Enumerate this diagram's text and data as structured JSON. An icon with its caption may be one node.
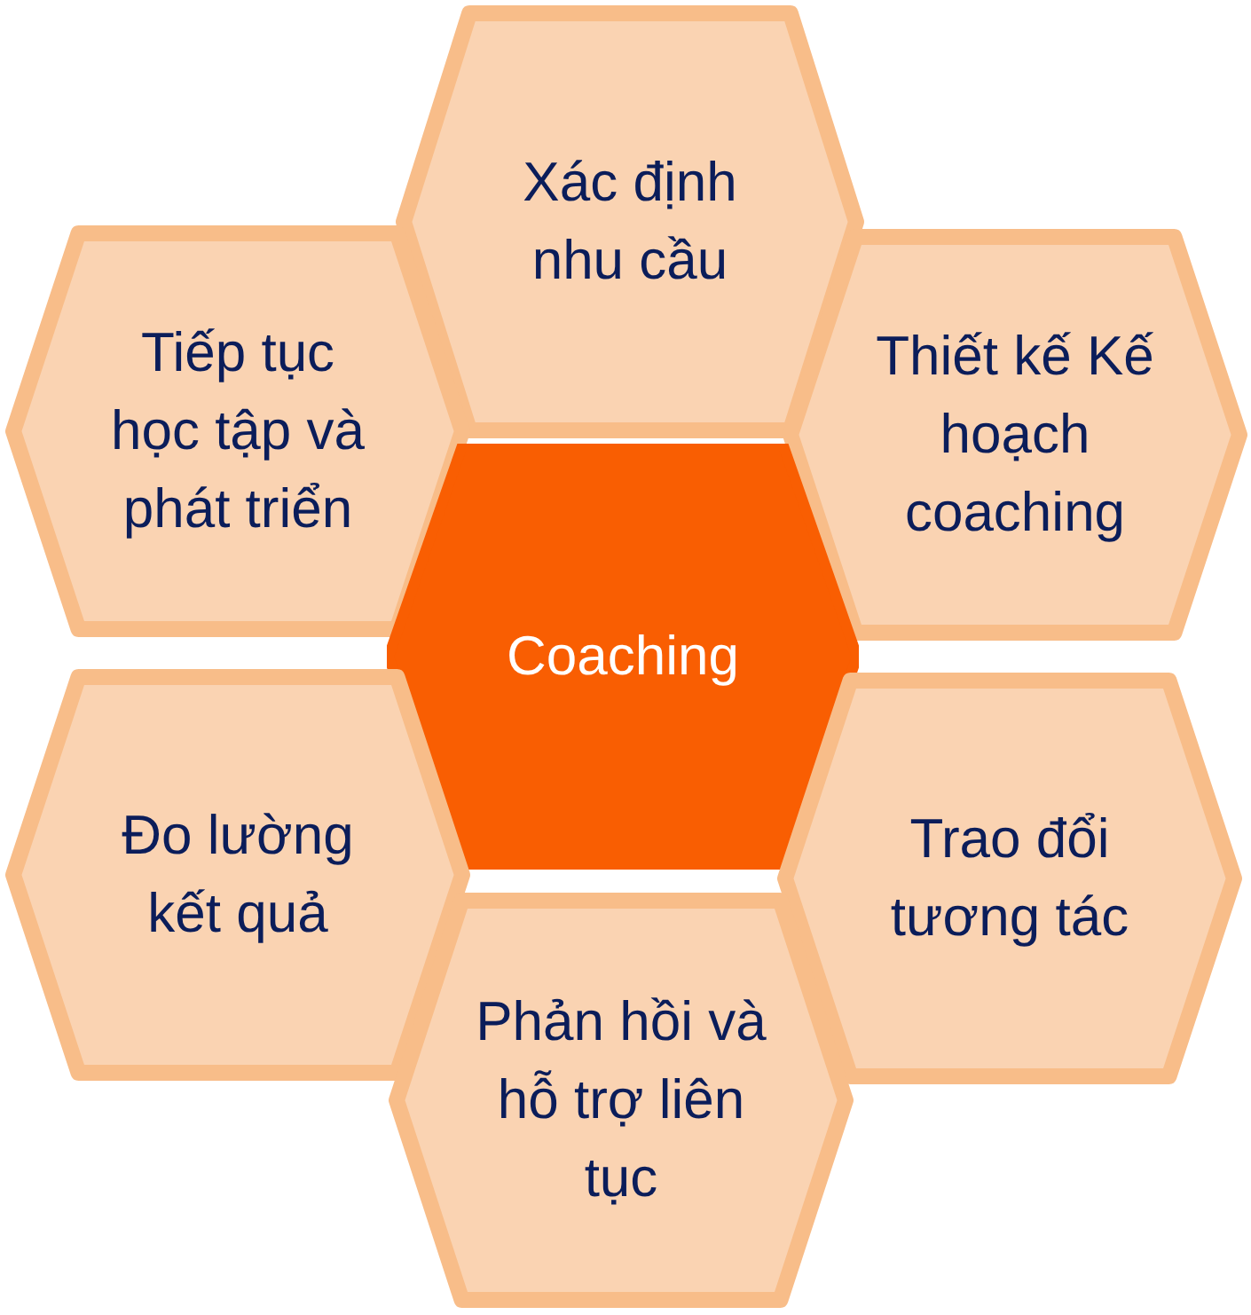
{
  "diagram": {
    "nodes": [
      {
        "text": [
          "Xác định nhu cầu"
        ]
      },
      {
        "text": [
          "Tiếp tục học tập và phát triển"
        ]
      },
      {
        "text": [
          "Thiết kế Kế hoạch coaching"
        ]
      },
      {
        "text": [
          "Coaching"
        ]
      },
      {
        "text": [
          "Đo lường kết quả"
        ]
      },
      {
        "text": [
          "Trao đổi tương tác"
        ]
      },
      {
        "text": [
          "Phản hồi và hỗ trợ liên tục"
        ]
      }
    ]
  }
}
